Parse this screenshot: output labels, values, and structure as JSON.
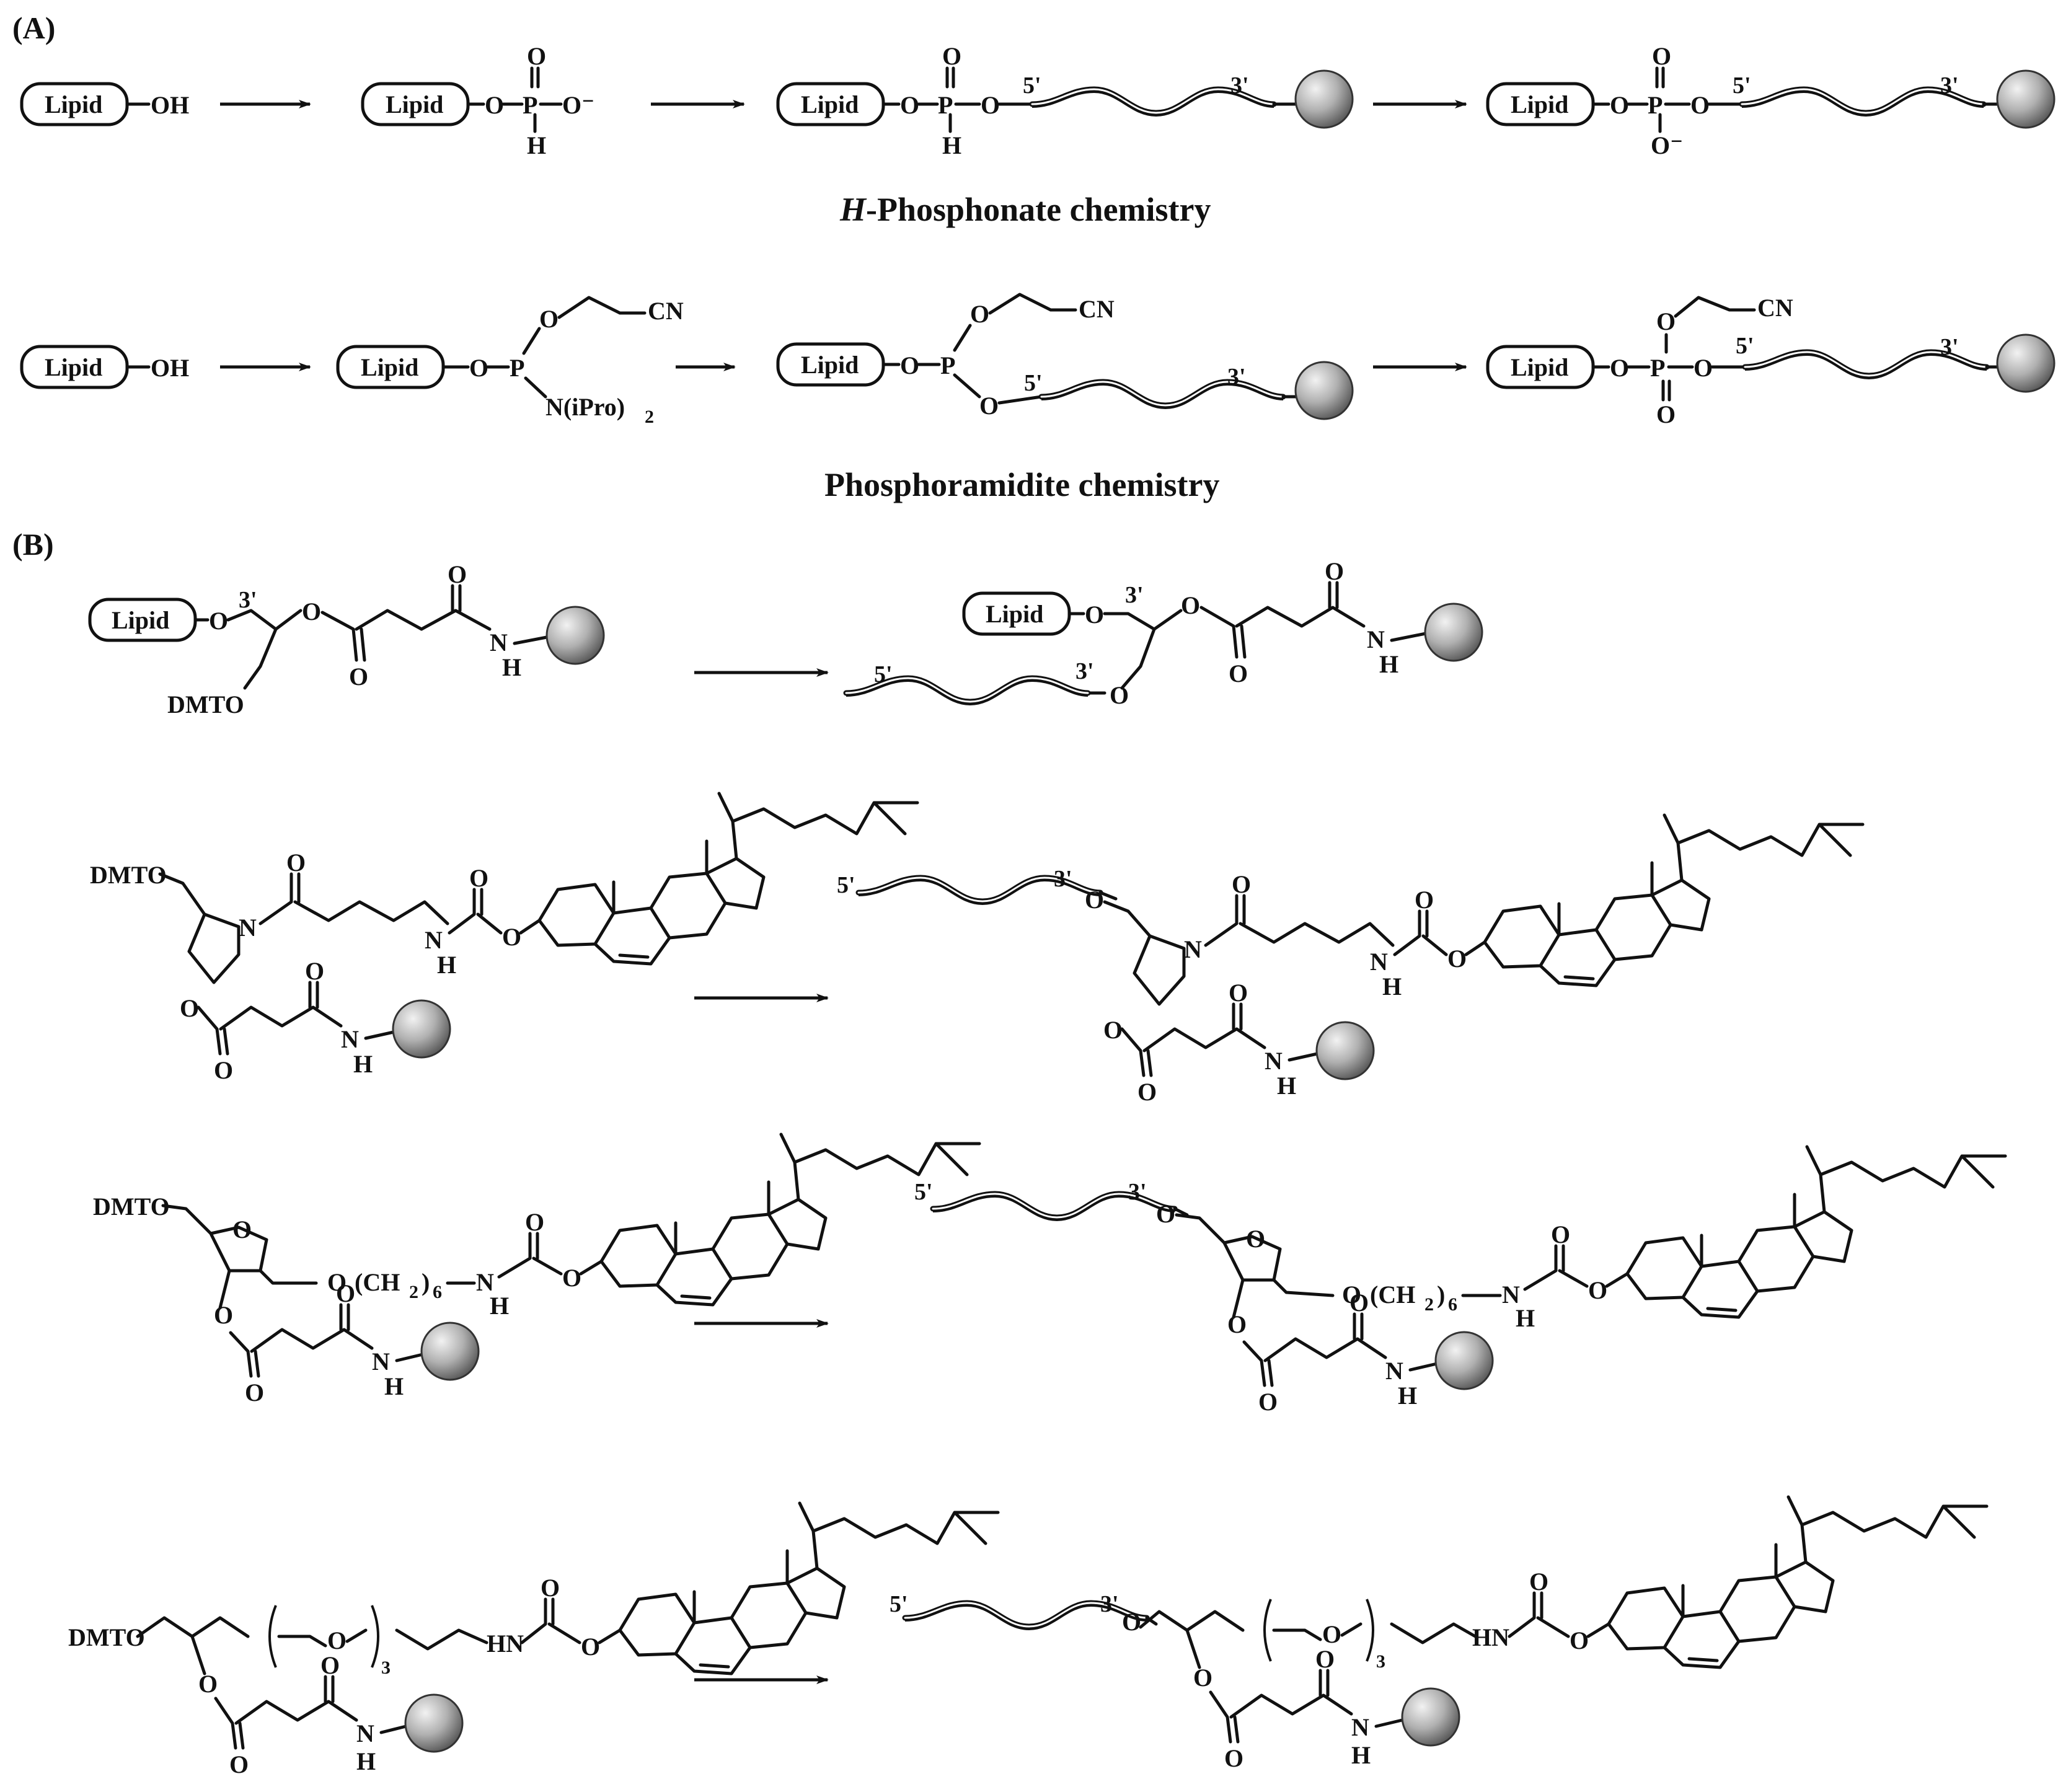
{
  "panel_labels": {
    "a": "(A)",
    "b": "(B)"
  },
  "captions": {
    "h_italic": "H",
    "h_rest": "-Phosphonate chemistry",
    "phosphoramidite": "Phosphoramidite chemistry"
  },
  "labels": {
    "lipid": "Lipid",
    "oh": "OH",
    "o": "O",
    "p": "P",
    "h": "H",
    "n": "N",
    "cn": "CN",
    "hn": "HN",
    "o_minus": "O⁻",
    "dmto": "DMTO",
    "niproc": "N(iPro)",
    "sub2": "2",
    "sub3": "3",
    "sub6": "6",
    "ch2": "(CH",
    "ch2_close": ")",
    "five_prime": "5'",
    "three_prime": "3'"
  },
  "colors": {
    "ink": "#111111",
    "bead_light": "#f2f2f2",
    "bead_dark": "#6e6e6e"
  },
  "icons": {
    "solid_support": "gray-sphere",
    "oligonucleotide": "double-helix-ribbon",
    "reaction_arrow": "right-arrow"
  }
}
